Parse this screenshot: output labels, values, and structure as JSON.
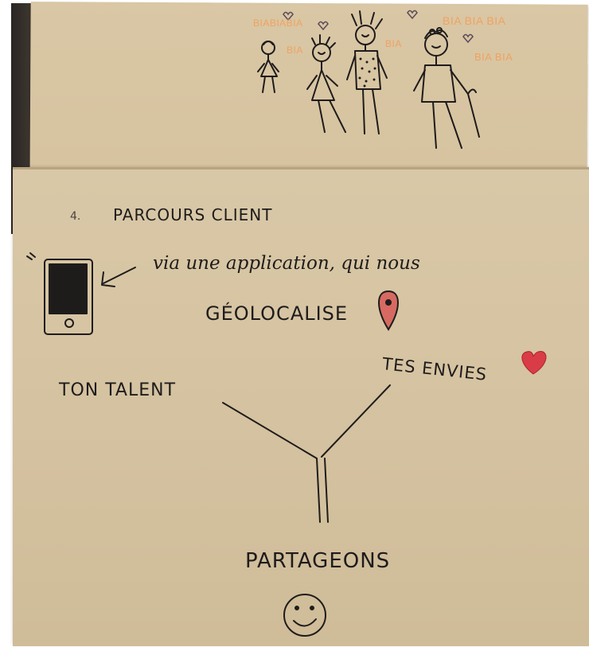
{
  "scene": {
    "chatter": [
      "BIABIABIA",
      "BIA",
      "BIA",
      "BIA BIA BIA",
      "BIA BIA"
    ],
    "step_number": "4.",
    "heading": "PARCOURS CLIENT",
    "subtitle": "via une application, qui nous",
    "geo_word": "GÉOLOCALISE",
    "branch_left": "TON TALENT",
    "branch_right": "TES ENVIES",
    "conclusion": "PARTAGEONS"
  },
  "colors": {
    "ink": "#1e1c1b",
    "chatter": "#f0a260",
    "heart": "#d93c46",
    "pin": "#d66a62",
    "cardboard": "#d7c5a3"
  },
  "icons": [
    "heart-icon",
    "location-pin-icon",
    "smartphone-icon",
    "smiley-icon",
    "arrow-icon"
  ]
}
